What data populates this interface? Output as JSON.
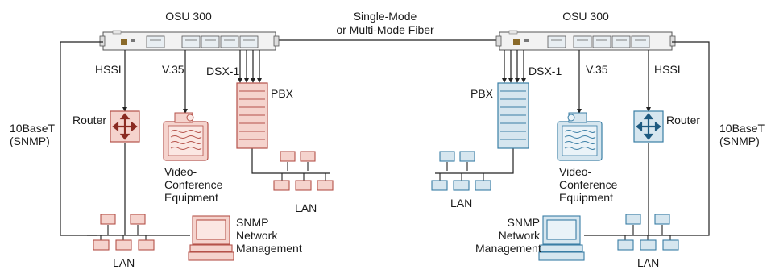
{
  "left": {
    "device_title": "OSU 300",
    "hssi": "HSSI",
    "v35": "V.35",
    "dsx1": "DSX-1",
    "pbx": "PBX",
    "router": "Router",
    "video_line1": "Video-",
    "video_line2": "Conference",
    "video_line3": "Equipment",
    "lan_mid": "LAN",
    "lan_bottom": "LAN",
    "snmp_line1": "SNMP",
    "snmp_line2": "Network",
    "snmp_line3": "Management",
    "tenbase_line1": "10BaseT",
    "tenbase_line2": "(SNMP)"
  },
  "right": {
    "device_title": "OSU 300",
    "hssi": "HSSI",
    "v35": "V.35",
    "dsx1": "DSX-1",
    "pbx": "PBX",
    "router": "Router",
    "video_line1": "Video-",
    "video_line2": "Conference",
    "video_line3": "Equipment",
    "lan_mid": "LAN",
    "lan_bottom": "LAN",
    "snmp_line1": "SNMP",
    "snmp_line2": "Network",
    "snmp_line3": "Management",
    "tenbase_line1": "10BaseT",
    "tenbase_line2": "(SNMP)"
  },
  "link": {
    "line1": "Single-Mode",
    "line2": "or Multi-Mode Fiber"
  },
  "colors": {
    "left_fill": "#f5d3cd",
    "left_stroke": "#b5524a",
    "right_fill": "#d6e6ef",
    "right_stroke": "#3a7ea5",
    "line": "#222222",
    "device_fill": "#f2f2f2"
  }
}
